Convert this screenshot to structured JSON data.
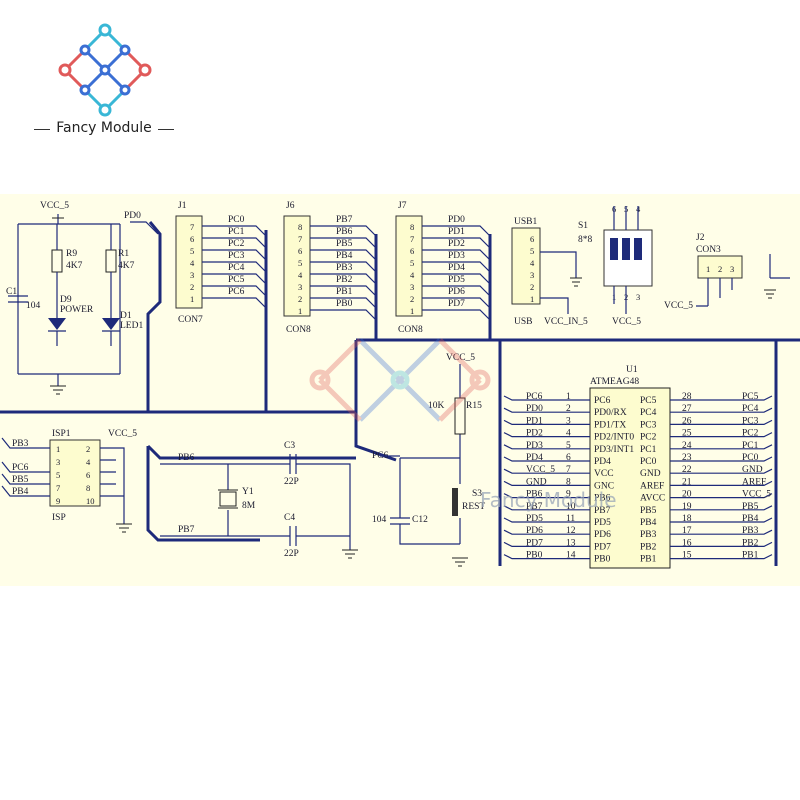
{
  "brand": {
    "name": "Fancy Module"
  },
  "colors": {
    "wire": "#1e2a7a",
    "paper": "#fffee8",
    "logo_blue": "#3b6fd4",
    "logo_red": "#e05a5a",
    "logo_cyan": "#39b7d6"
  },
  "watermark": {
    "text": "Fancy Module"
  },
  "power": {
    "vcc": "VCC_5",
    "pd0": "PD0",
    "c1_ref": "C1",
    "c1_val": "104",
    "r9_ref": "R9",
    "r9_val": "4K7",
    "r1_ref": "R1",
    "r1_val": "4K7",
    "d9_ref": "D9",
    "d9_name": "POWER",
    "d1_ref": "D1",
    "d1_name": "LED1"
  },
  "headers": [
    {
      "ref": "J1",
      "name": "CON7",
      "pins": [
        "7",
        "6",
        "5",
        "4",
        "3",
        "2",
        "1"
      ],
      "nets": [
        "PC0",
        "PC1",
        "PC2",
        "PC3",
        "PC4",
        "PC5",
        "PC6"
      ]
    },
    {
      "ref": "J6",
      "name": "CON8",
      "pins": [
        "8",
        "7",
        "6",
        "5",
        "4",
        "3",
        "2",
        "1"
      ],
      "nets": [
        "PB7",
        "PB6",
        "PB5",
        "PB4",
        "PB3",
        "PB2",
        "PB1",
        "PB0"
      ]
    },
    {
      "ref": "J7",
      "name": "CON8",
      "pins": [
        "8",
        "7",
        "6",
        "5",
        "4",
        "3",
        "2",
        "1"
      ],
      "nets": [
        "PD0",
        "PD1",
        "PD2",
        "PD3",
        "PD4",
        "PD5",
        "PD6",
        "PD7"
      ]
    }
  ],
  "usb": {
    "ref": "USB1",
    "name": "USB",
    "pins": [
      "6",
      "5",
      "4",
      "3",
      "2",
      "1"
    ],
    "vcc_in": "VCC_IN_5",
    "vcc": "VCC_5"
  },
  "switch": {
    "ref": "S1",
    "name": "8*8",
    "pins_top": [
      "6",
      "5",
      "4"
    ],
    "pins_bot": [
      "1",
      "2",
      "3"
    ]
  },
  "j2": {
    "ref": "J2",
    "name": "CON3",
    "pins": [
      "1",
      "2",
      "3"
    ],
    "vcc": "VCC_5"
  },
  "isp": {
    "ref": "ISP1",
    "name": "ISP",
    "vcc": "VCC_5",
    "left_nets": [
      "PB3",
      "PC6",
      "PB5",
      "PB4"
    ],
    "left_pins": [
      "1",
      "3",
      "5",
      "7",
      "9"
    ],
    "right_pins": [
      "2",
      "4",
      "6",
      "8",
      "10"
    ]
  },
  "crystal": {
    "pb6": "PB6",
    "pb7": "PB7",
    "c3_ref": "C3",
    "c3_val": "22P",
    "c4_ref": "C4",
    "c4_val": "22P",
    "y_ref": "Y1",
    "y_val": "8M"
  },
  "reset": {
    "vcc": "VCC_5",
    "r_val": "10K",
    "r_ref": "R15",
    "pc6": "PC6",
    "s_ref": "S3",
    "s_name": "REST",
    "c_val": "104",
    "c_ref": "C12"
  },
  "mcu": {
    "ref": "U1",
    "name": "ATMEAG48",
    "left_nets": [
      "PC6",
      "PD0",
      "PD1",
      "PD2",
      "PD3",
      "PD4",
      "VCC_5",
      "GND",
      "PB6",
      "PB7",
      "PD5",
      "PD6",
      "PD7",
      "PB0"
    ],
    "left_pins": [
      "1",
      "2",
      "3",
      "4",
      "5",
      "6",
      "7",
      "8",
      "9",
      "10",
      "11",
      "12",
      "13",
      "14"
    ],
    "left_names": [
      "PC6",
      "PD0/RX",
      "PD1/TX",
      "PD2/INT0",
      "PD3/INT1",
      "PD4",
      "VCC",
      "GNC",
      "PB6",
      "PB7",
      "PD5",
      "PD6",
      "PD7",
      "PB0"
    ],
    "right_pins": [
      "28",
      "27",
      "26",
      "25",
      "24",
      "23",
      "22",
      "21",
      "20",
      "19",
      "18",
      "17",
      "16",
      "15"
    ],
    "right_names": [
      "PC5",
      "PC4",
      "PC3",
      "PC2",
      "PC1",
      "PC0",
      "GND",
      "AREF",
      "AVCC",
      "PB5",
      "PB4",
      "PB3",
      "PB2",
      "PB1"
    ],
    "right_nets": [
      "PC5",
      "PC4",
      "PC3",
      "PC2",
      "PC1",
      "PC0",
      "GND",
      "AREF",
      "VCC_5",
      "PB5",
      "PB4",
      "PB3",
      "PB2",
      "PB1"
    ]
  }
}
